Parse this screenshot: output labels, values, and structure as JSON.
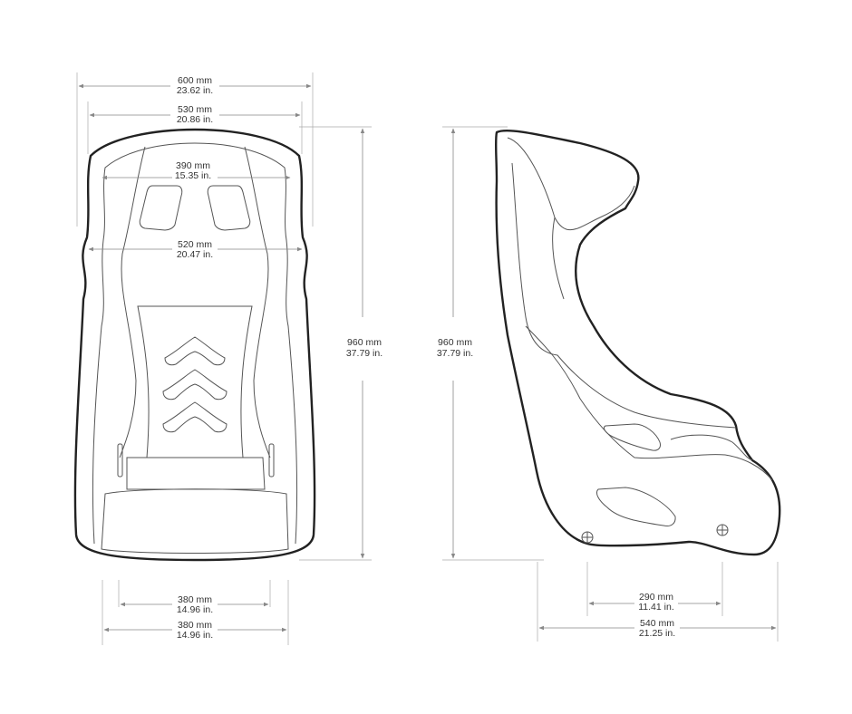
{
  "front_view": {
    "overall_width": {
      "mm": "600 mm",
      "in": "23.62 in."
    },
    "shell_width": {
      "mm": "530 mm",
      "in": "20.86 in."
    },
    "shoulder_width": {
      "mm": "390 mm",
      "in": "15.35 in."
    },
    "bolster_width": {
      "mm": "520 mm",
      "in": "20.47 in."
    },
    "height": {
      "mm": "960 mm",
      "in": "37.79 in."
    },
    "seat_width": {
      "mm": "380 mm",
      "in": "14.96 in."
    },
    "base_width": {
      "mm": "380 mm",
      "in": "14.96 in."
    }
  },
  "side_view": {
    "height": {
      "mm": "960 mm",
      "in": "37.79 in."
    },
    "mount_spacing": {
      "mm": "290 mm",
      "in": "11.41 in."
    },
    "depth": {
      "mm": "540 mm",
      "in": "21.25 in."
    }
  }
}
